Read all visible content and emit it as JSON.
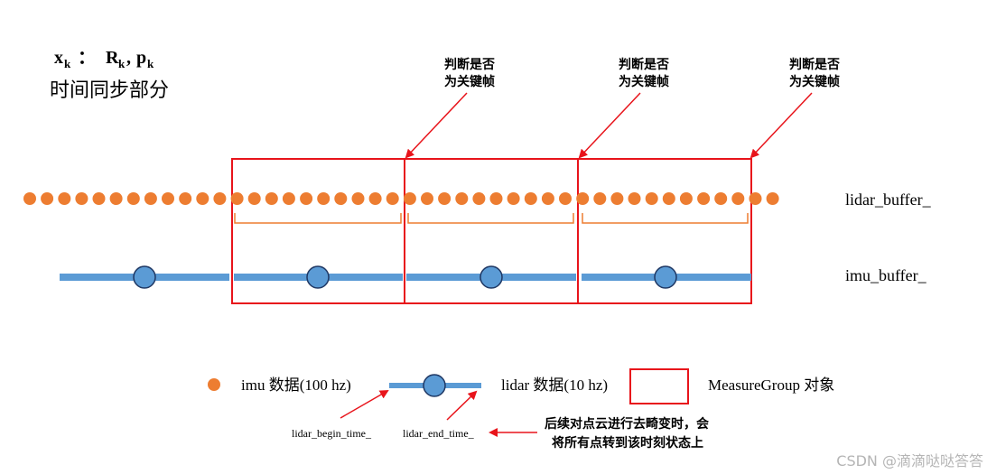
{
  "title": {
    "formula_x": "x",
    "formula_x_sub": "k",
    "formula_colon": "：",
    "formula_R": "R",
    "formula_R_sub": "k",
    "formula_comma": ",",
    "formula_p": "p",
    "formula_p_sub": "k",
    "subtitle": "时间同步部分"
  },
  "keyframe_labels": [
    {
      "line1": "判断是否",
      "line2": "为关键帧"
    },
    {
      "line1": "判断是否",
      "line2": "为关键帧"
    },
    {
      "line1": "判断是否",
      "line2": "为关键帧"
    }
  ],
  "row_labels": {
    "lidar": "lidar_buffer_",
    "imu": "imu_buffer_"
  },
  "legend": {
    "imu_label": "imu 数据(100 hz)",
    "lidar_label": "lidar 数据(10 hz)",
    "measure_label": "MeasureGroup 对象",
    "begin_time": "lidar_begin_time_",
    "end_time": "lidar_end_time_",
    "note_line1": "后续对点云进行去畸变时，会",
    "note_line2": "将所有点转到该时刻状态上"
  },
  "watermark": "CSDN @滴滴哒哒答答",
  "colors": {
    "orange": "#ED7D31",
    "blue": "#5B9BD5",
    "red": "#E8141B",
    "dark": "#1F3864"
  }
}
